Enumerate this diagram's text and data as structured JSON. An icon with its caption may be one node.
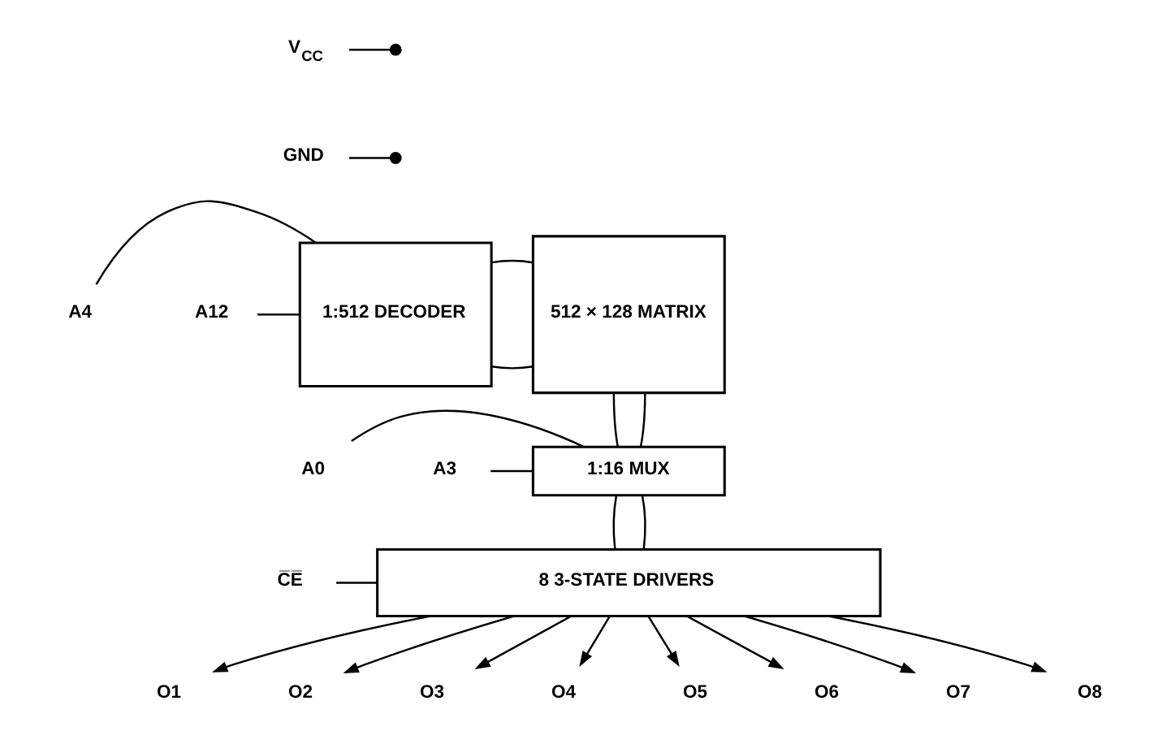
{
  "diagram": {
    "nodes": [
      {
        "text": [
          "V$_{CC}$"
        ]
      },
      {
        "text": [],
        "shape": "circle"
      },
      {
        "text": [
          "GND"
        ]
      },
      {
        "text": [],
        "shape": "circle"
      },
      {
        "text": [
          "A4"
        ]
      },
      {
        "text": [
          "A12"
        ]
      },
      {
        "text": [
          "1:512 DECODER"
        ]
      },
      {
        "text": [
          "512 × 128 MATRIX"
        ]
      },
      {
        "text": [
          "A0"
        ]
      },
      {
        "text": [
          "A3"
        ]
      },
      {
        "text": [
          "1:16 MUX"
        ]
      },
      {
        "text": [
          "C̅E̅"
        ]
      },
      {
        "text": [
          "8 3-STATE DRIVERS"
        ]
      },
      {
        "text": [
          "O1"
        ]
      },
      {
        "text": [
          "O2"
        ]
      },
      {
        "text": [
          "O3"
        ]
      },
      {
        "text": [
          "O4"
        ]
      },
      {
        "text": [
          "O5"
        ]
      },
      {
        "text": [
          "O6"
        ]
      },
      {
        "text": [
          "O7"
        ]
      },
      {
        "text": [
          "O8"
        ]
      }
    ],
    "edges": [
      {
        "from": 0,
        "to": 1,
        "arrow": "none"
      },
      {
        "from": 2,
        "to": 3,
        "arrow": "none"
      },
      {
        "from": 4,
        "to": 6,
        "arrow": "none"
      },
      {
        "from": 5,
        "to": 6,
        "arrow": "none"
      },
      {
        "from": 6,
        "to": 7,
        "arrow": "none"
      },
      {
        "from": 6,
        "to": 7,
        "arrow": "none"
      },
      {
        "from": 7,
        "to": 10,
        "arrow": "none"
      },
      {
        "from": 7,
        "to": 10,
        "arrow": "none"
      },
      {
        "from": 8,
        "to": 10,
        "arrow": "none"
      },
      {
        "from": 9,
        "to": 10,
        "arrow": "none"
      },
      {
        "from": 10,
        "to": 12,
        "arrow": "none"
      },
      {
        "from": 10,
        "to": 12,
        "arrow": "none"
      },
      {
        "from": 11,
        "to": 12,
        "arrow": "none"
      },
      {
        "from": 12,
        "to": 13,
        "arrow": "to"
      },
      {
        "from": 12,
        "to": 14,
        "arrow": "to"
      },
      {
        "from": 12,
        "to": 15,
        "arrow": "to"
      },
      {
        "from": 12,
        "to": 16,
        "arrow": "to"
      },
      {
        "from": 12,
        "to": 17,
        "arrow": "to"
      },
      {
        "from": 12,
        "to": 18,
        "arrow": "to"
      },
      {
        "from": 12,
        "to": 19,
        "arrow": "to"
      },
      {
        "from": 12,
        "to": 20,
        "arrow": "to"
      }
    ]
  }
}
